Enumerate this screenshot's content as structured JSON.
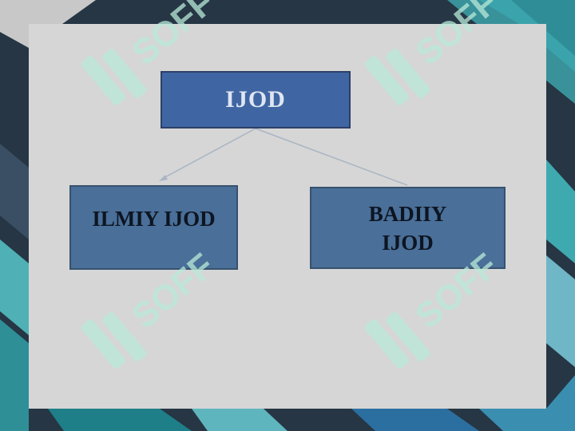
{
  "diagram": {
    "root": {
      "label": "IJOD"
    },
    "children": [
      {
        "label": "ILMIY IJOD"
      },
      {
        "label": "BADIIY IJOD"
      }
    ]
  },
  "watermark": {
    "text": "SOFF",
    "icon": "sofff-logo-icon"
  },
  "colors": {
    "slide": "#d6d6d6",
    "root_box": "#3f66a3",
    "child_box": "#4a6f98",
    "connector": "#a9b4c4",
    "watermark": "#b8ead9"
  }
}
